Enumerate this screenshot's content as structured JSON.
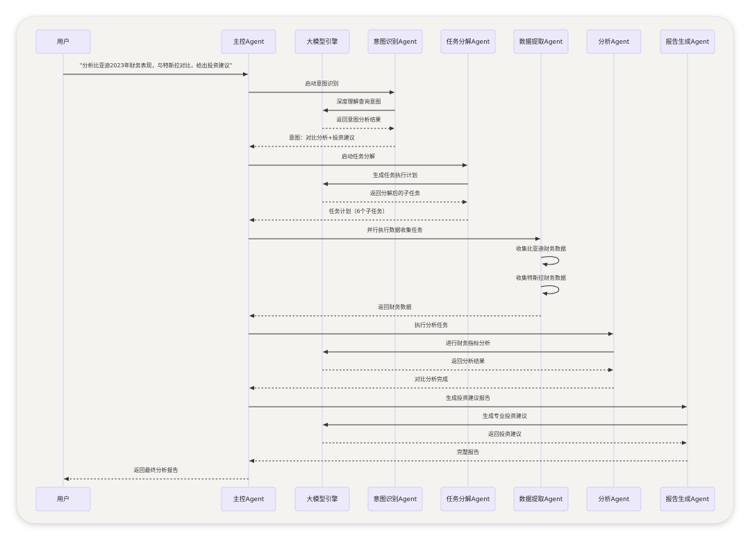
{
  "actors": [
    {
      "id": "user",
      "label": "用户"
    },
    {
      "id": "main",
      "label": "主控Agent"
    },
    {
      "id": "llm",
      "label": "大模型引擎"
    },
    {
      "id": "intent",
      "label": "意图识别Agent"
    },
    {
      "id": "task",
      "label": "任务分解Agent"
    },
    {
      "id": "data",
      "label": "数据提取Agent"
    },
    {
      "id": "analysis",
      "label": "分析Agent"
    },
    {
      "id": "report",
      "label": "报告生成Agent"
    }
  ],
  "messages": [
    {
      "from": "user",
      "to": "main",
      "label": "\"分析比亚迪2023年财务表现，与特斯拉对比，给出投资建议\"",
      "style": "solid"
    },
    {
      "from": "main",
      "to": "intent",
      "label": "启动意图识别",
      "style": "solid"
    },
    {
      "from": "intent",
      "to": "llm",
      "label": "深度理解查询意图",
      "style": "solid"
    },
    {
      "from": "llm",
      "to": "intent",
      "label": "返回意图分析结果",
      "style": "dashed"
    },
    {
      "from": "intent",
      "to": "main",
      "label": "意图：对比分析+投资建议",
      "style": "dashed"
    },
    {
      "from": "main",
      "to": "task",
      "label": "启动任务分解",
      "style": "solid"
    },
    {
      "from": "task",
      "to": "llm",
      "label": "生成任务执行计划",
      "style": "solid"
    },
    {
      "from": "llm",
      "to": "task",
      "label": "返回分解后的子任务",
      "style": "dashed"
    },
    {
      "from": "task",
      "to": "main",
      "label": "任务计划（6个子任务）",
      "style": "dashed"
    },
    {
      "from": "main",
      "to": "data",
      "label": "并行执行数据收集任务",
      "style": "solid"
    },
    {
      "from": "data",
      "to": "data",
      "label": "收集比亚迪财务数据",
      "style": "solid"
    },
    {
      "from": "data",
      "to": "data",
      "label": "收集特斯拉财务数据",
      "style": "solid"
    },
    {
      "from": "data",
      "to": "main",
      "label": "返回财务数据",
      "style": "dashed"
    },
    {
      "from": "main",
      "to": "analysis",
      "label": "执行分析任务",
      "style": "solid"
    },
    {
      "from": "analysis",
      "to": "llm",
      "label": "进行财务指标分析",
      "style": "solid"
    },
    {
      "from": "llm",
      "to": "analysis",
      "label": "返回分析结果",
      "style": "dashed"
    },
    {
      "from": "analysis",
      "to": "main",
      "label": "对比分析完成",
      "style": "dashed"
    },
    {
      "from": "main",
      "to": "report",
      "label": "生成投资建议报告",
      "style": "solid"
    },
    {
      "from": "report",
      "to": "llm",
      "label": "生成专业投资建议",
      "style": "solid"
    },
    {
      "from": "llm",
      "to": "report",
      "label": "返回投资建议",
      "style": "dashed"
    },
    {
      "from": "report",
      "to": "main",
      "label": "完整报告",
      "style": "dashed"
    },
    {
      "from": "main",
      "to": "user",
      "label": "返回最终分析报告",
      "style": "dashed"
    }
  ],
  "colors": {
    "actor_fill": "#ece9fb",
    "actor_stroke": "#d3cdf3",
    "lifeline": "#d6d2ee",
    "line": "#333333",
    "frame": "#f4f3ef"
  }
}
